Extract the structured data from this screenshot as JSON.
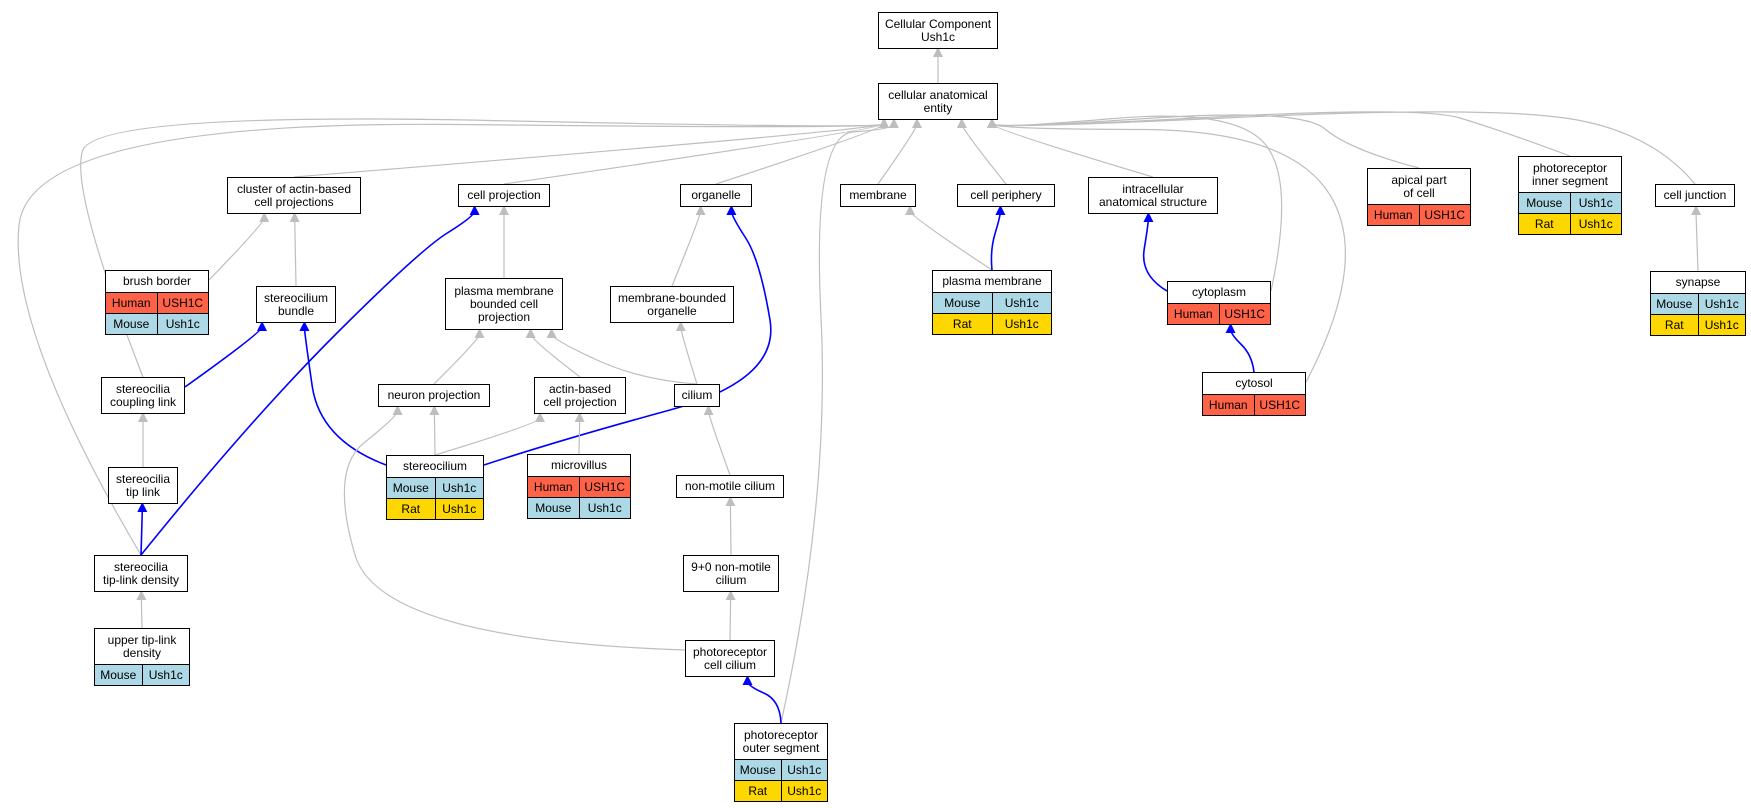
{
  "colors": {
    "edge_gray": "#bebebe",
    "edge_blue": "#0000ff",
    "human": "#ff6347",
    "mouse": "#add8e6",
    "rat": "#ffd700"
  },
  "nodes": [
    {
      "id": "root",
      "label": "Cellular Component\nUsh1c",
      "rows": []
    },
    {
      "id": "cae",
      "label": "cellular anatomical\nentity",
      "rows": []
    },
    {
      "id": "cluster",
      "label": "cluster of actin-based\ncell projections",
      "rows": []
    },
    {
      "id": "cellproj",
      "label": "cell projection",
      "rows": []
    },
    {
      "id": "organelle",
      "label": "organelle",
      "rows": []
    },
    {
      "id": "membrane",
      "label": "membrane",
      "rows": []
    },
    {
      "id": "periphery",
      "label": "cell periphery",
      "rows": []
    },
    {
      "id": "intracell",
      "label": "intracellular\nanatomical structure",
      "rows": []
    },
    {
      "id": "apical",
      "label": "apical part\nof cell",
      "rows": [
        [
          "Human",
          "USH1C"
        ]
      ]
    },
    {
      "id": "pris",
      "label": "photoreceptor\ninner segment",
      "rows": [
        [
          "Mouse",
          "Ush1c"
        ],
        [
          "Rat",
          "Ush1c"
        ]
      ]
    },
    {
      "id": "junction",
      "label": "cell junction",
      "rows": []
    },
    {
      "id": "brush",
      "label": "brush border",
      "rows": [
        [
          "Human",
          "USH1C"
        ],
        [
          "Mouse",
          "Ush1c"
        ]
      ]
    },
    {
      "id": "bundle",
      "label": "stereocilium\nbundle",
      "rows": []
    },
    {
      "id": "pmbcp",
      "label": "plasma membrane\nbounded cell\nprojection",
      "rows": []
    },
    {
      "id": "mbo",
      "label": "membrane-bounded\norganelle",
      "rows": []
    },
    {
      "id": "pm",
      "label": "plasma membrane",
      "rows": [
        [
          "Mouse",
          "Ush1c"
        ],
        [
          "Rat",
          "Ush1c"
        ]
      ]
    },
    {
      "id": "cytoplasm",
      "label": "cytoplasm",
      "rows": [
        [
          "Human",
          "USH1C"
        ]
      ]
    },
    {
      "id": "synapse",
      "label": "synapse",
      "rows": [
        [
          "Mouse",
          "Ush1c"
        ],
        [
          "Rat",
          "Ush1c"
        ]
      ]
    },
    {
      "id": "coupling",
      "label": "stereocilia\ncoupling link",
      "rows": []
    },
    {
      "id": "neuronproj",
      "label": "neuron projection",
      "rows": []
    },
    {
      "id": "actinproj",
      "label": "actin-based\ncell projection",
      "rows": []
    },
    {
      "id": "cilium",
      "label": "cilium",
      "rows": []
    },
    {
      "id": "cytosol",
      "label": "cytosol",
      "rows": [
        [
          "Human",
          "USH1C"
        ]
      ]
    },
    {
      "id": "stereocilium",
      "label": "stereocilium",
      "rows": [
        [
          "Mouse",
          "Ush1c"
        ],
        [
          "Rat",
          "Ush1c"
        ]
      ]
    },
    {
      "id": "microvillus",
      "label": "microvillus",
      "rows": [
        [
          "Human",
          "USH1C"
        ],
        [
          "Mouse",
          "Ush1c"
        ]
      ]
    },
    {
      "id": "tiplink",
      "label": "stereocilia\ntip link",
      "rows": []
    },
    {
      "id": "nonmotile",
      "label": "non-motile cilium",
      "rows": []
    },
    {
      "id": "ninezero",
      "label": "9+0 non-motile\ncilium",
      "rows": []
    },
    {
      "id": "tipdensity",
      "label": "stereocilia\ntip-link density",
      "rows": []
    },
    {
      "id": "upper",
      "label": "upper tip-link\ndensity",
      "rows": [
        [
          "Mouse",
          "Ush1c"
        ]
      ]
    },
    {
      "id": "prcc",
      "label": "photoreceptor\ncell cilium",
      "rows": []
    },
    {
      "id": "pros",
      "label": "photoreceptor\nouter segment",
      "rows": [
        [
          "Mouse",
          "Ush1c"
        ],
        [
          "Rat",
          "Ush1c"
        ]
      ]
    }
  ],
  "edges": [
    {
      "from": "cae",
      "to": "root",
      "type": "is_a"
    },
    {
      "from": "cluster",
      "to": "cae",
      "type": "is_a"
    },
    {
      "from": "cellproj",
      "to": "cae",
      "type": "is_a"
    },
    {
      "from": "organelle",
      "to": "cae",
      "type": "is_a"
    },
    {
      "from": "membrane",
      "to": "cae",
      "type": "is_a"
    },
    {
      "from": "periphery",
      "to": "cae",
      "type": "is_a"
    },
    {
      "from": "intracell",
      "to": "cae",
      "type": "is_a"
    },
    {
      "from": "apical",
      "to": "cae",
      "type": "is_a"
    },
    {
      "from": "pris",
      "to": "cae",
      "type": "is_a"
    },
    {
      "from": "junction",
      "to": "cae",
      "type": "is_a"
    },
    {
      "from": "coupling",
      "to": "cae",
      "type": "is_a"
    },
    {
      "from": "tipdensity",
      "to": "cae",
      "type": "is_a"
    },
    {
      "from": "pros",
      "to": "cae",
      "type": "is_a"
    },
    {
      "from": "cytoplasm",
      "to": "cae",
      "type": "is_a"
    },
    {
      "from": "cytosol",
      "to": "cae",
      "type": "is_a"
    },
    {
      "from": "brush",
      "to": "cluster",
      "type": "is_a"
    },
    {
      "from": "bundle",
      "to": "cluster",
      "type": "is_a"
    },
    {
      "from": "pmbcp",
      "to": "cellproj",
      "type": "is_a"
    },
    {
      "from": "mbo",
      "to": "organelle",
      "type": "is_a"
    },
    {
      "from": "pm",
      "to": "membrane",
      "type": "is_a"
    },
    {
      "from": "pm",
      "to": "periphery",
      "type": "part_of"
    },
    {
      "from": "cytoplasm",
      "to": "intracell",
      "type": "part_of"
    },
    {
      "from": "synapse",
      "to": "junction",
      "type": "is_a"
    },
    {
      "from": "coupling",
      "to": "bundle",
      "type": "part_of"
    },
    {
      "from": "neuronproj",
      "to": "pmbcp",
      "type": "is_a"
    },
    {
      "from": "actinproj",
      "to": "pmbcp",
      "type": "is_a"
    },
    {
      "from": "cilium",
      "to": "pmbcp",
      "type": "is_a"
    },
    {
      "from": "cilium",
      "to": "mbo",
      "type": "is_a"
    },
    {
      "from": "cytosol",
      "to": "cytoplasm",
      "type": "part_of"
    },
    {
      "from": "stereocilium",
      "to": "neuronproj",
      "type": "is_a"
    },
    {
      "from": "stereocilium",
      "to": "actinproj",
      "type": "is_a"
    },
    {
      "from": "stereocilium",
      "to": "bundle",
      "type": "part_of"
    },
    {
      "from": "stereocilium",
      "to": "organelle",
      "type": "part_of"
    },
    {
      "from": "microvillus",
      "to": "actinproj",
      "type": "is_a"
    },
    {
      "from": "tiplink",
      "to": "coupling",
      "type": "is_a"
    },
    {
      "from": "nonmotile",
      "to": "cilium",
      "type": "is_a"
    },
    {
      "from": "ninezero",
      "to": "nonmotile",
      "type": "is_a"
    },
    {
      "from": "tipdensity",
      "to": "tiplink",
      "type": "part_of"
    },
    {
      "from": "tipdensity",
      "to": "cellproj",
      "type": "part_of"
    },
    {
      "from": "upper",
      "to": "tipdensity",
      "type": "is_a"
    },
    {
      "from": "prcc",
      "to": "ninezero",
      "type": "is_a"
    },
    {
      "from": "prcc",
      "to": "neuronproj",
      "type": "is_a"
    },
    {
      "from": "pros",
      "to": "prcc",
      "type": "part_of"
    }
  ]
}
